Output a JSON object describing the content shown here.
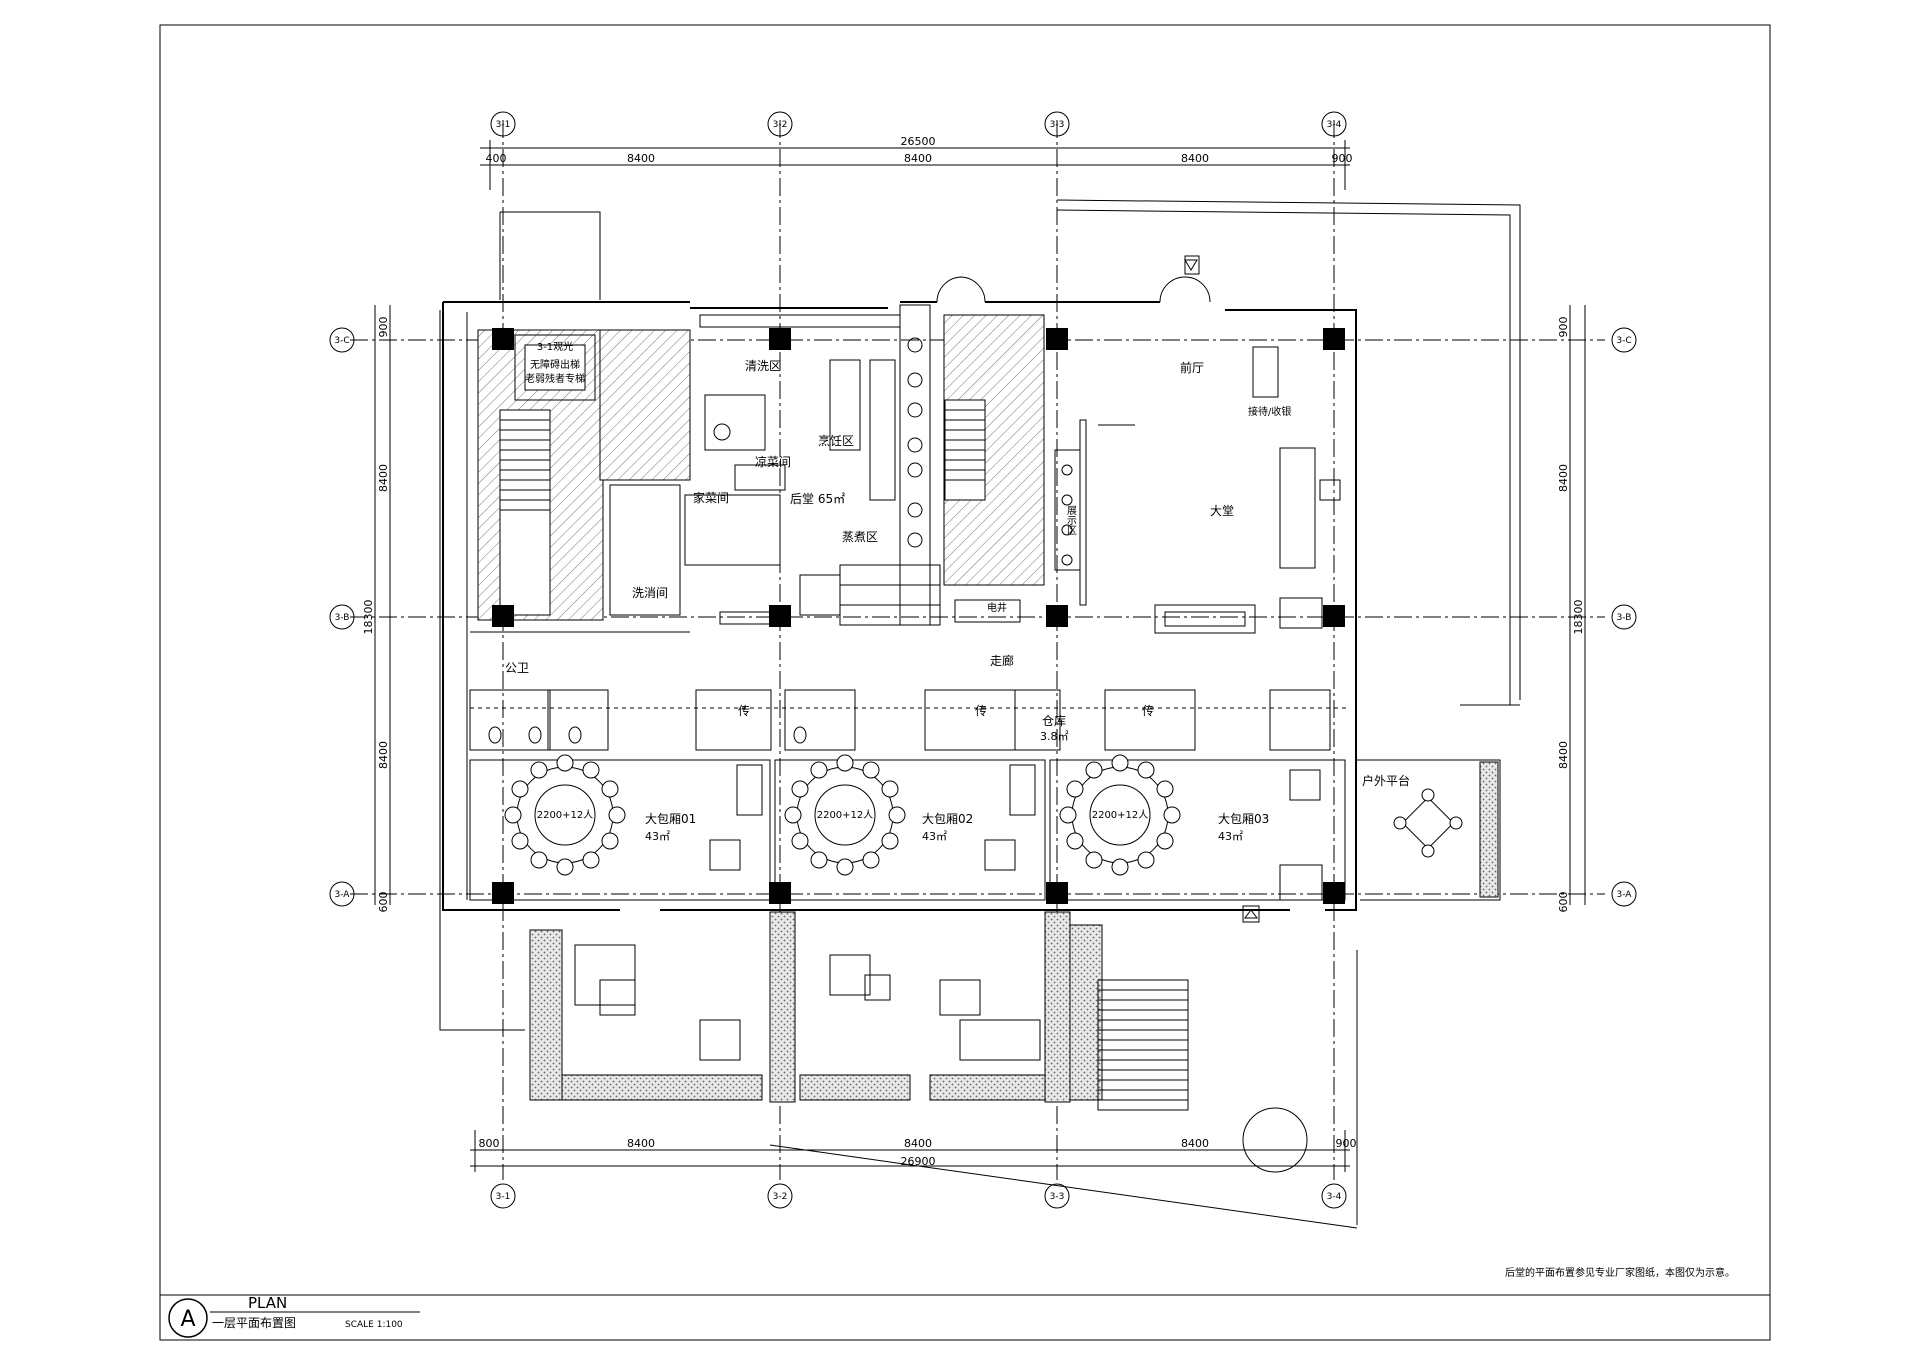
{
  "sheet": {
    "plan_letter": "A",
    "plan_title": "PLAN",
    "plan_subtitle": "一层平面布置图",
    "scale": "SCALE 1:100",
    "note": "后堂的平面布置参见专业厂家图纸，本图仅为示意。"
  },
  "axes": {
    "top": [
      "3-1",
      "3-2",
      "3-3",
      "3-4"
    ],
    "bottom": [
      "3-1",
      "3-2",
      "3-3",
      "3-4"
    ],
    "left": [
      "3-C",
      "3-B",
      "3-A"
    ],
    "right": [
      "3-C",
      "3-B",
      "3-A"
    ]
  },
  "dimensions": {
    "top_total": "26500",
    "top_segments": [
      "400",
      "8400",
      "8400",
      "8400",
      "900"
    ],
    "bottom_total": "26900",
    "bottom_segments": [
      "800",
      "8400",
      "8400",
      "8400",
      "900"
    ],
    "left_total": "18300",
    "left_segments": [
      "900",
      "8400",
      "8400",
      "600"
    ],
    "right_total": "18300",
    "right_segments": [
      "900",
      "8400",
      "8400",
      "600"
    ]
  },
  "rooms": {
    "wash": "清洗区",
    "cooking": "烹饪区",
    "cold_dish": "凉菜间",
    "home_dish": "家菜间",
    "back_kitchen": "后堂 65㎡",
    "steam": "蒸煮区",
    "disinfect": "洗消间",
    "front_hall": "前厅",
    "reception": "接待/收银",
    "lobby": "大堂",
    "display": "展示区",
    "elevator": "电井",
    "corridor": "走廊",
    "public_wc": "公卫",
    "pass1": "传",
    "pass2": "传",
    "pass3": "传",
    "storage": "仓库",
    "storage_area": "3.8㎡",
    "room1": "大包厢01",
    "room1_area": "43㎡",
    "room2": "大包厢02",
    "room2_area": "43㎡",
    "room3": "大包厢03",
    "room3_area": "43㎡",
    "table_label": "2200+12人",
    "outdoor": "户外平台",
    "stair_note1": "无障碍出梯",
    "stair_note2": "老弱残者专梯",
    "stair_tag": "3-1观光"
  }
}
